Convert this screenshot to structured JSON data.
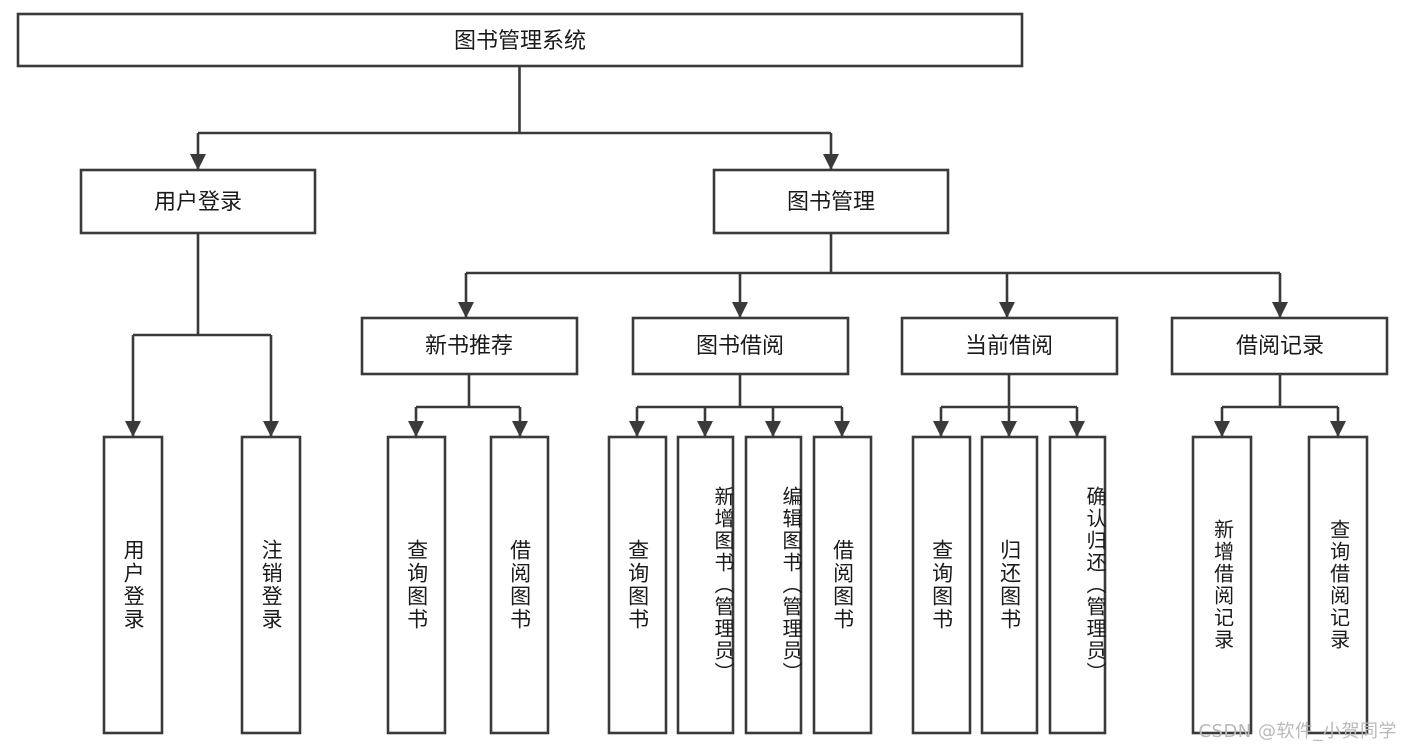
{
  "diagram": {
    "title": "图书管理系统",
    "type": "tree-hierarchy",
    "orientation": "top-down",
    "colors": {
      "stroke": "#3a3a3a",
      "node_fill": "#ffffff",
      "text": "#1a1a1a",
      "background": "#ffffff",
      "watermark": "#b9b9b9"
    }
  },
  "root": {
    "label": "图书管理系统"
  },
  "level2": [
    {
      "label": "用户登录"
    },
    {
      "label": "图书管理"
    }
  ],
  "level3": [
    {
      "label": "新书推荐"
    },
    {
      "label": "图书借阅"
    },
    {
      "label": "当前借阅"
    },
    {
      "label": "借阅记录"
    }
  ],
  "leaves": {
    "user_login": [
      {
        "label": "用户登录"
      },
      {
        "label": "注销登录"
      }
    ],
    "new_book_recommend": [
      {
        "label": "查询图书"
      },
      {
        "label": "借阅图书"
      }
    ],
    "book_borrow": [
      {
        "label": "查询图书"
      },
      {
        "label": "新增图书（管理员）"
      },
      {
        "label": "编辑图书（管理员）"
      },
      {
        "label": "借阅图书"
      }
    ],
    "current_borrow": [
      {
        "label": "查询图书"
      },
      {
        "label": "归还图书"
      },
      {
        "label": "确认归还（管理员）"
      }
    ],
    "borrow_record": [
      {
        "label": "新增借阅记录"
      },
      {
        "label": "查询借阅记录"
      }
    ]
  },
  "watermark": {
    "text": "CSDN @软件_小贺同学"
  }
}
